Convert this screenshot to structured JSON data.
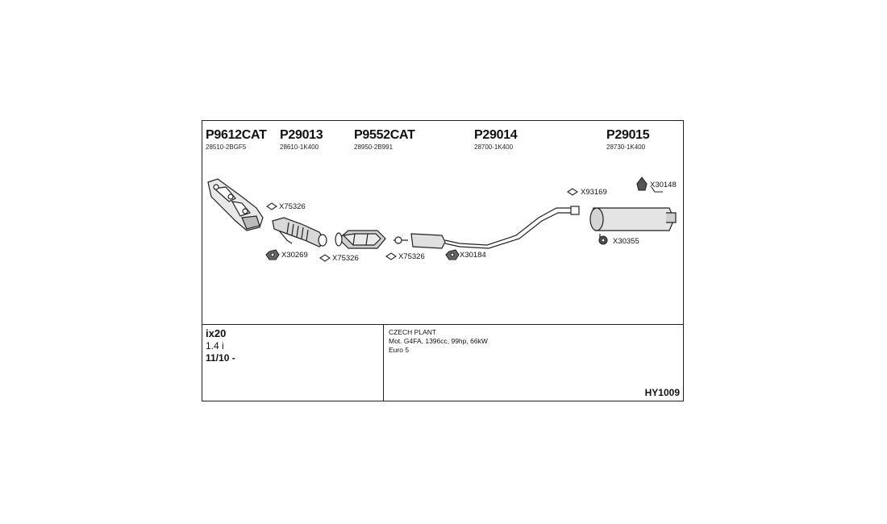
{
  "parts": [
    {
      "code": "P9612CAT",
      "oem": "28510-2BGF5"
    },
    {
      "code": "P29013",
      "oem": "28610-1K400"
    },
    {
      "code": "P9552CAT",
      "oem": "28950-2B991"
    },
    {
      "code": "P29014",
      "oem": "28700-1K400"
    },
    {
      "code": "P29015",
      "oem": "28730-1K400"
    }
  ],
  "fittings": {
    "gasket_upper": "X75326",
    "gasket_mid": "X75326",
    "gasket_right": "X75326",
    "nut_left": "X30269",
    "nut_mid": "X30184",
    "clamp": "X93169",
    "rubber_mount": "X30148",
    "rubber_ring": "X30355"
  },
  "vehicle": {
    "model": "ix20",
    "engine": "1.4 i",
    "year": "11/10 -"
  },
  "notes": {
    "line1": "CZECH PLANT",
    "line2": "Mot. G4FA, 1396cc, 99hp, 66kW",
    "line3": "Euro 5"
  },
  "reference": "HY1009"
}
